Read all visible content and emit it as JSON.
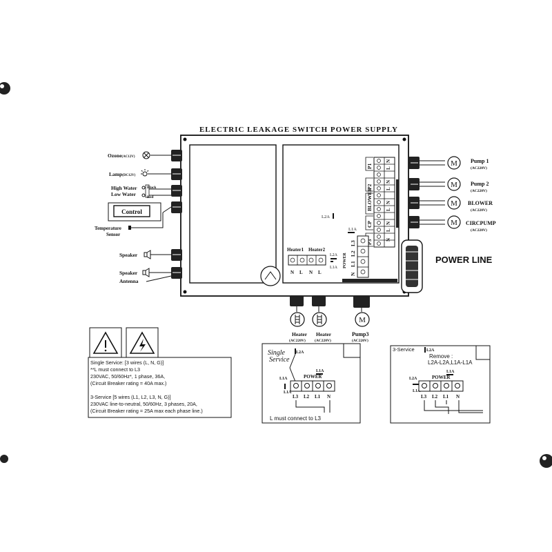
{
  "title": "ELECTRIC LEAKAGE SWITCH POWER SUPPLY",
  "left_connections": {
    "ozone": "Ozone",
    "ozone_rating": "(AC12V)",
    "lamp": "Lamp",
    "lamp_rating": "(DC12V)",
    "high_water": "High Water",
    "low_water": "Low Water",
    "black": "Black",
    "red": "Red",
    "control": "Control",
    "temp_sensor_1": "Temperature",
    "temp_sensor_2": "Sensor",
    "speaker1": "Speaker",
    "speaker2": "Speaker",
    "antenna": "Antenna"
  },
  "right_connections": {
    "pump1": "Pump 1",
    "pump1_rating": "(AC220V)",
    "pump2": "Pump 2",
    "pump2_rating": "(AC220V)",
    "blower": "BLOWER",
    "blower_rating": "(AC220V)",
    "circpump": "CIRCPUMP",
    "circpump_rating": "(AC220V)",
    "power_line": "POWER LINE"
  },
  "terminal_labels": {
    "p1": "P1",
    "p2": "P2",
    "blower": "BLOWER",
    "cp": "CP",
    "p3": "P3",
    "l2a": "L2A",
    "l1a": "L1A",
    "heater1": "Heater1",
    "heater2": "Heater2",
    "power": "POWER",
    "n": "N",
    "l": "L",
    "l1": "L1",
    "l2": "L2",
    "l3": "L3"
  },
  "bottom_connections": {
    "heater1": "Heater",
    "heater1_rating": "(AC220V)",
    "heater2": "Heater",
    "heater2_rating": "(AC220V)",
    "pump3": "Pump3",
    "pump3_rating": "(AC220V)"
  },
  "notes": {
    "single_service": "Single Service: [3 wires (L, N, G)]",
    "l_connect_l3": "**L must connect to L3",
    "single_spec": "230VAC, 50/60Hz*, 1 phase, 36A,",
    "single_breaker": "(Circuit Breaker rating = 40A max.)",
    "three_service": "3-Service [5 wires (L1, L2, L3, N, G)]",
    "three_spec": "230VAC line-to-neutral, 50/60Hz, 3 phases, 20A,",
    "three_breaker": "(Circuit Breaker rating = 25A max each phase line.)"
  },
  "single_panel": {
    "title_1": "Single",
    "title_2": "Service",
    "l2a": "L2A",
    "l1a_top": "L1A",
    "l1a": "L1A",
    "l1a_2": "L1A",
    "power": "POWER",
    "l3": "L3",
    "l2": "L2",
    "l1": "L1",
    "n": "N",
    "footer": "L must connect to L3"
  },
  "three_panel": {
    "title": "3-Service",
    "l2a": "L2A",
    "remove_1": "Remove :",
    "remove_2": "L2A-L2A,L1A-L1A",
    "l2a_b": "L2A",
    "l1a_top": "L1A",
    "l1a": "L1A",
    "power": "POWER",
    "l3": "L3",
    "l2": "L2",
    "l1": "L1",
    "n": "N"
  }
}
